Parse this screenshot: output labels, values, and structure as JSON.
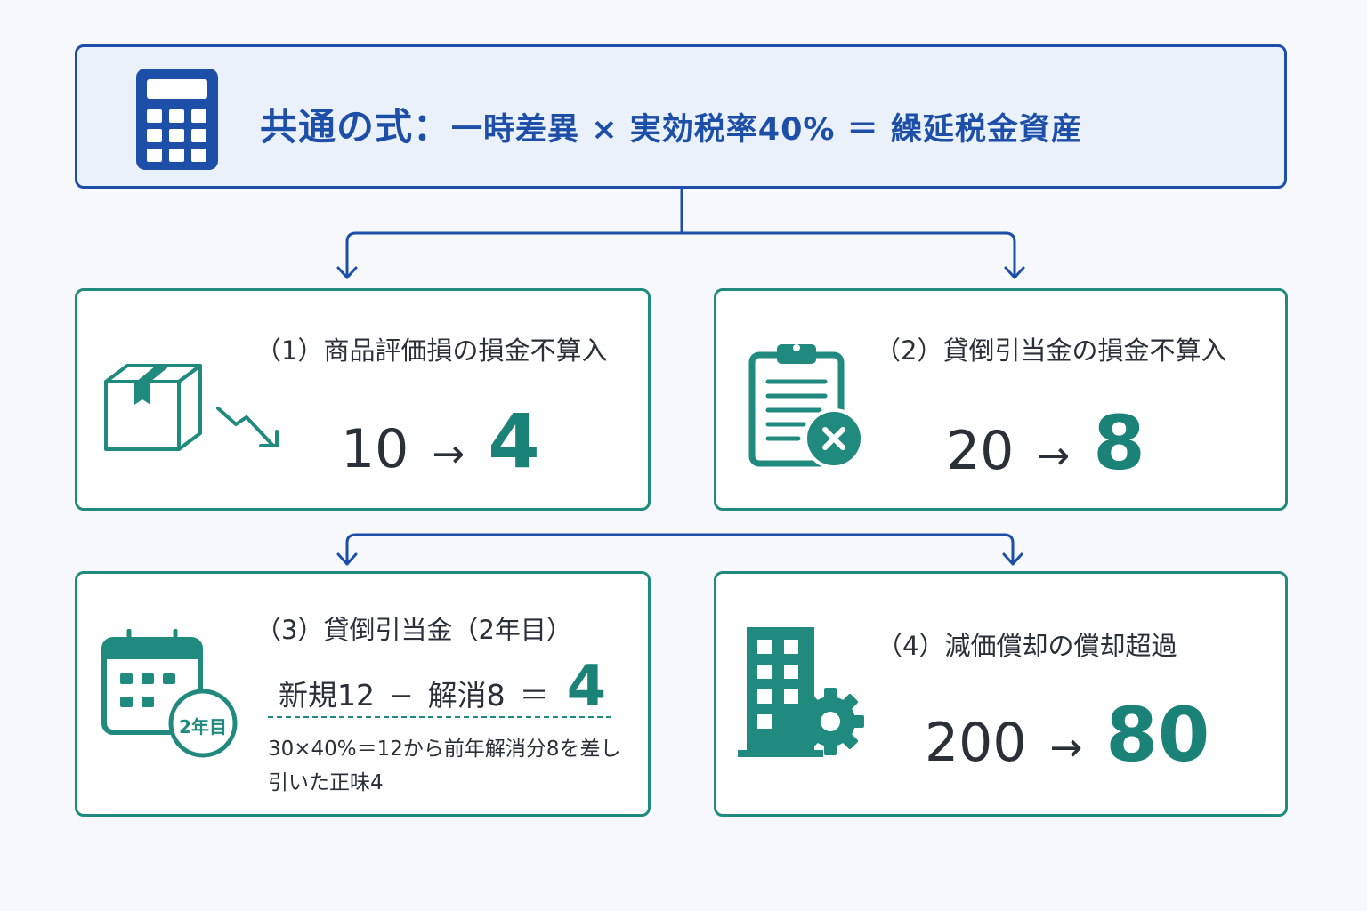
{
  "formula": {
    "lead": "共通の式：",
    "rest": "一時差異 × 実効税率40% ＝ 繰延税金資産"
  },
  "cards": [
    {
      "title": "（1）商品評価損の損金不算入",
      "from": "10",
      "arrow": "→",
      "to": "4",
      "icon": "box-decline-icon"
    },
    {
      "title": "（2）貸倒引当金の損金不算入",
      "from": "20",
      "arrow": "→",
      "to": "8",
      "icon": "clipboard-x-icon"
    },
    {
      "title": "（3）貸倒引当金（2年目）",
      "calc": {
        "left": "新規12",
        "minus": "−",
        "middle": "解消8",
        "equals": "＝",
        "result": "4"
      },
      "note": "30×40%＝12から前年解消分8を差し引いた正味4",
      "icon": "calendar-icon",
      "badge": "2年目"
    },
    {
      "title": "（4）減価償却の償却超過",
      "from": "200",
      "arrow": "→",
      "to": "80",
      "icon": "building-gear-icon"
    }
  ],
  "colors": {
    "primary_blue": "#1d4fa8",
    "teal": "#1f8a7d",
    "value_teal": "#1a8276",
    "background": "#f6f8fb"
  }
}
